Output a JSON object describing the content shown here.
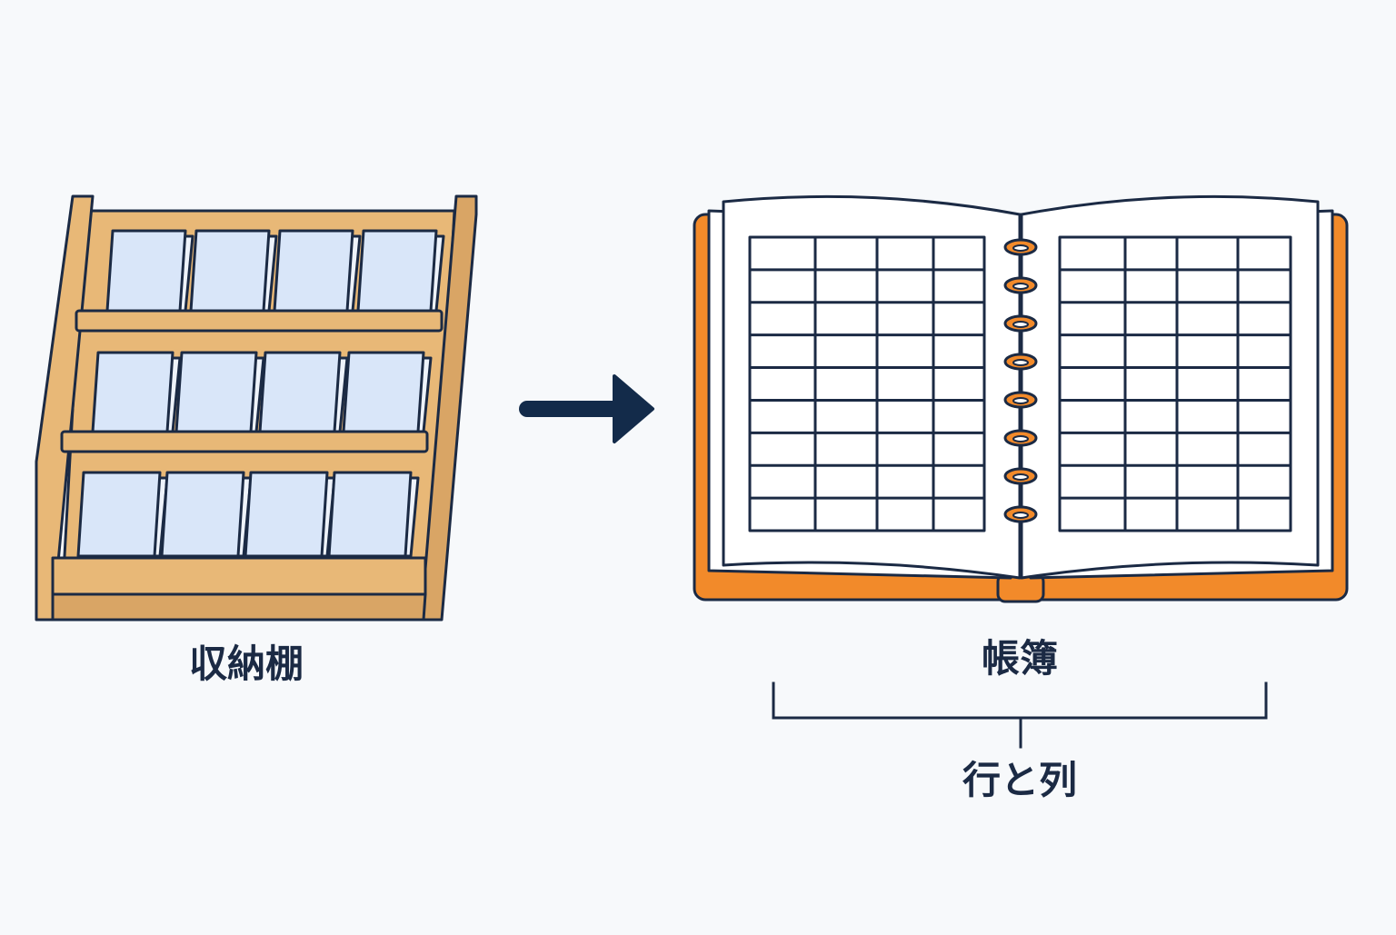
{
  "shelf": {
    "label": "収納棚",
    "rows": 3,
    "slots_per_row": 4
  },
  "ledger": {
    "label": "帳簿",
    "sublabel": "行と列",
    "ring_count": 8
  },
  "colors": {
    "background": "#f7f9fb",
    "outline": "#1b2a44",
    "wood": "#e8b877",
    "wood_shade": "#d9a565",
    "card": "#d9e6f9",
    "cover": "#f28a2a",
    "page": "#ffffff",
    "arrow": "#132b4a"
  },
  "icons": [
    "storage-shelf-icon",
    "arrow-right-icon",
    "open-ledger-icon",
    "ring-binder-icon",
    "bracket-icon"
  ]
}
